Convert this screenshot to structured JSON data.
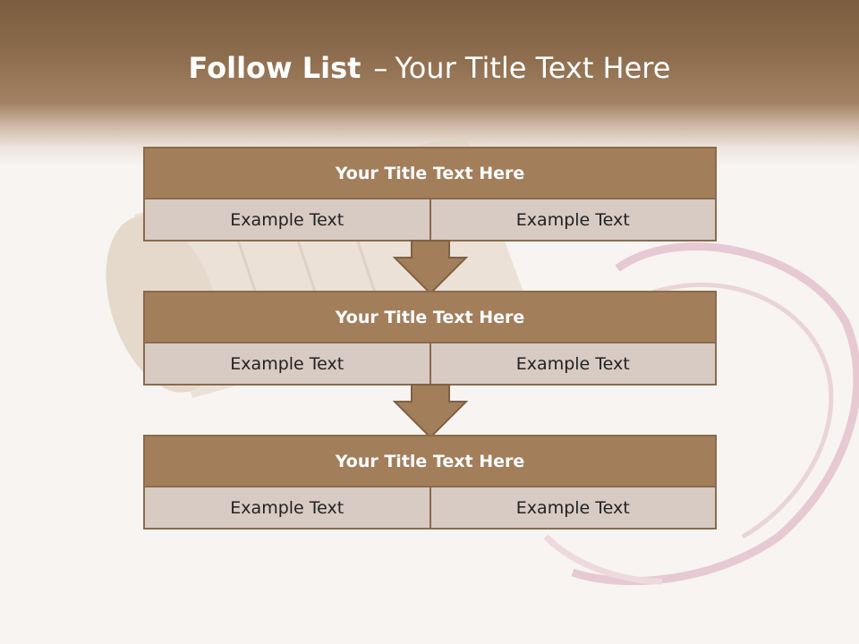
{
  "slide": {
    "title_strong": "Follow List",
    "title_separator": "–",
    "title_rest": "Your Title Text Here"
  },
  "blocks": [
    {
      "title": "Your Title Text Here",
      "cells": [
        "Example Text",
        "Example Text"
      ]
    },
    {
      "title": "Your Title Text Here",
      "cells": [
        "Example Text",
        "Example Text"
      ]
    },
    {
      "title": "Your Title Text Here",
      "cells": [
        "Example Text",
        "Example Text"
      ]
    }
  ],
  "colors": {
    "header_band": "#7b5d3f",
    "block_header": "#a27e5a",
    "block_cell": "#d7cbc3",
    "border": "#8a6b4c",
    "wine_stain": "#d9a6b8"
  },
  "icons": [
    "down-arrow-icon",
    "down-arrow-icon"
  ]
}
